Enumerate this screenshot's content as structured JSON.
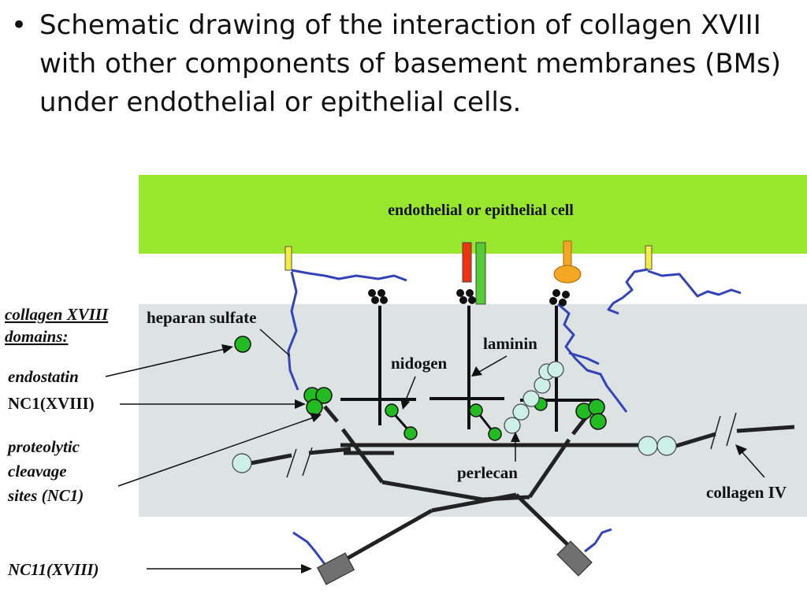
{
  "slide": {
    "bullet": "•",
    "text": "Schematic drawing of the interaction of collagen XVIII with other components of basement membranes (BMs) under endothelial or epithelial cells."
  },
  "diagram": {
    "cell_label": "endothelial or epithelial cell",
    "heparan_sulfate": "heparan sulfate",
    "laminin": "laminin",
    "nidogen": "nidogen",
    "perlecan": "perlecan",
    "collagen_iv": "collagen IV",
    "legend_title_1": "collagen XVIII",
    "legend_title_2": "domains:",
    "endostatin": "endostatin",
    "nc1": "NC1(XVIII)",
    "proteolytic_1": "proteolytic",
    "proteolytic_2": "cleavage",
    "proteolytic_3": "sites (NC1)",
    "nc11": "NC11(XVIII)"
  },
  "colors": {
    "cell": "#99e62e",
    "membrane": "#dde2e2",
    "strand": "#3344bb",
    "green_sphere": "#22bb22",
    "pale_sphere": "#ccf0e8",
    "red_bar": "#ee3311",
    "green_bar": "#55cc33",
    "orange": "#f5a623",
    "yellow": "#f4ec40",
    "gray_box": "#707070"
  }
}
